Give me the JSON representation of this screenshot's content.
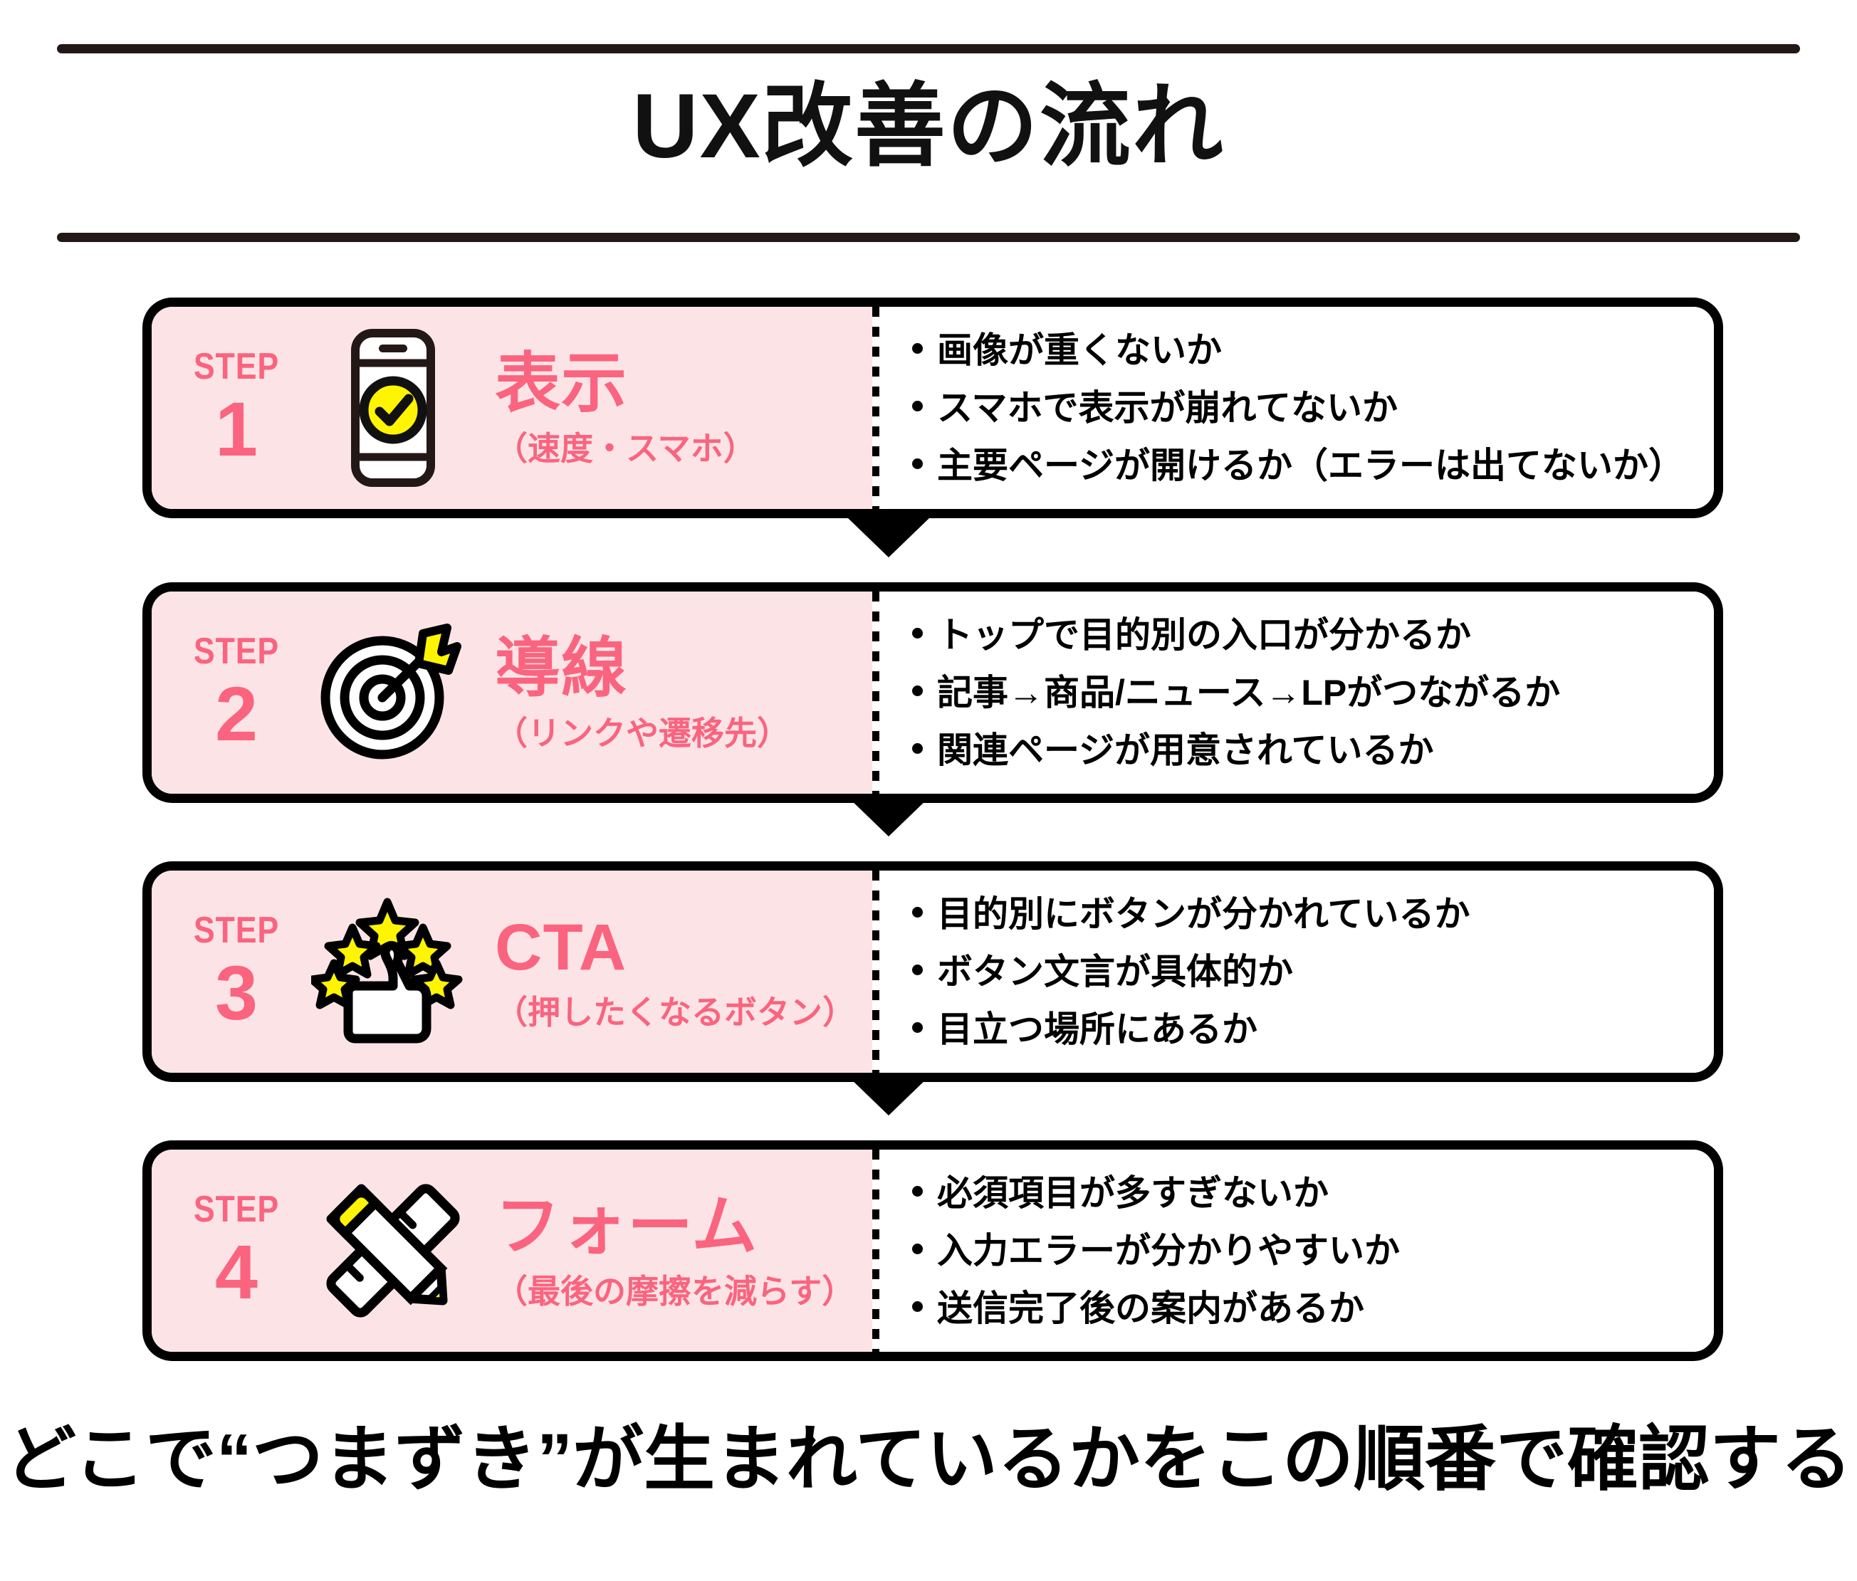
{
  "header": {
    "title": "UX改善の流れ"
  },
  "colors": {
    "accent_pink": "#FA647F",
    "panel_pink": "#FCE4E6",
    "rule_dark": "#231815",
    "highlight_yellow": "#FFF500",
    "icon_yellow": "#FFF500",
    "border_black": "#000000"
  },
  "steps": [
    {
      "step_word": "STEP",
      "step_number": "1",
      "icon": "smartphone-check-icon",
      "title": "表示",
      "subtitle": "（速度・スマホ）",
      "bullets": [
        "画像が重くないか",
        "スマホで表示が崩れてないか",
        "主要ページが開けるか（エラーは出てないか）"
      ]
    },
    {
      "step_word": "STEP",
      "step_number": "2",
      "icon": "target-arrow-icon",
      "title": "導線",
      "subtitle": "（リンクや遷移先）",
      "bullets": [
        "トップで目的別の入口が分かるか",
        "記事→商品/ニュース→LPがつながるか",
        "関連ページが用意されているか"
      ]
    },
    {
      "step_word": "STEP",
      "step_number": "3",
      "icon": "thumbs-up-stars-icon",
      "title": "CTA",
      "subtitle": "（押したくなるボタン）",
      "bullets": [
        "目的別にボタンが分かれているか",
        "ボタン文言が具体的か",
        "目立つ場所にあるか"
      ]
    },
    {
      "step_word": "STEP",
      "step_number": "4",
      "icon": "pencil-ruler-icon",
      "title": "フォーム",
      "subtitle": "（最後の摩擦を減らす）",
      "bullets": [
        "必須項目が多すぎないか",
        "入力エラーが分かりやすいか",
        "送信完了後の案内があるか"
      ]
    }
  ],
  "footer": {
    "lead": "どこで“つまずき”が生まれているかをこの順番で",
    "highlighted": "確認する"
  }
}
